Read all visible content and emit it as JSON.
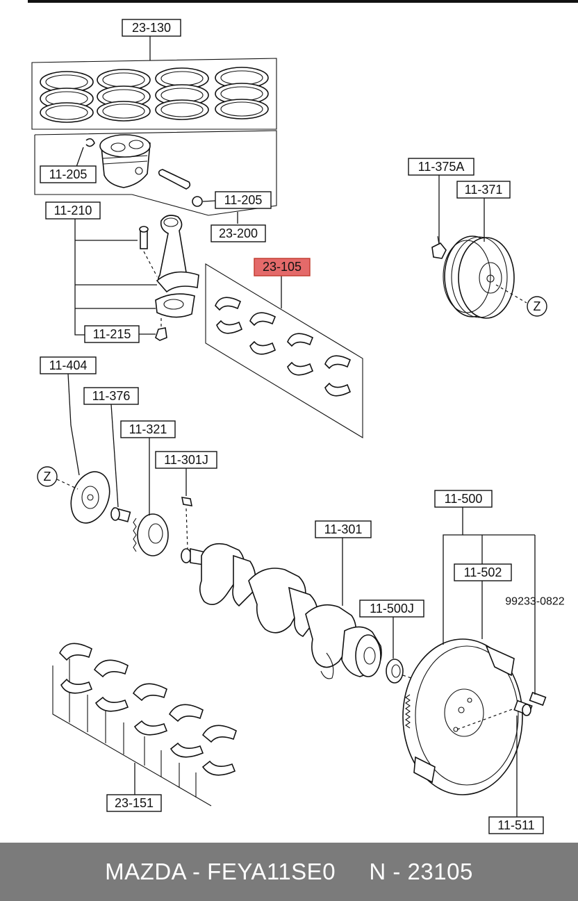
{
  "labels": {
    "l_23_130": "23-130",
    "l_11_205a": "11-205",
    "l_11_205b": "11-205",
    "l_23_200": "23-200",
    "l_11_210": "11-210",
    "l_11_215": "11-215",
    "l_23_105": "23-105",
    "l_11_375a": "11-375A",
    "l_11_371": "11-371",
    "l_11_404": "11-404",
    "l_11_376": "11-376",
    "l_11_321": "11-321",
    "l_11_301j": "11-301J",
    "l_11_500": "11-500",
    "l_11_301": "11-301",
    "l_11_502": "11-502",
    "l_99233": "99233-0822",
    "l_11_500j": "11-500J",
    "l_23_151": "23-151",
    "l_11_511": "11-511",
    "z1": "Z",
    "z2": "Z"
  },
  "highlight": {
    "part": "23-105",
    "color": "#e46a6a"
  },
  "footer": {
    "text": "MAZDA - FEYA11SE0     N - 23105"
  }
}
